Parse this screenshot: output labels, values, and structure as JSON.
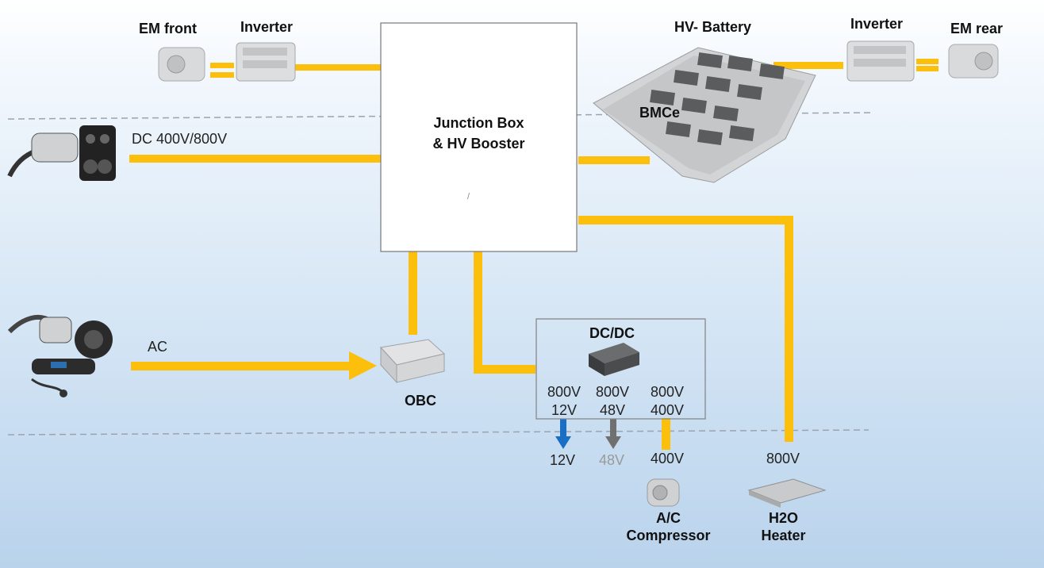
{
  "components": {
    "em_front": "EM front",
    "inverter_front": "Inverter",
    "hv_battery": "HV- Battery",
    "inverter_rear": "Inverter",
    "em_rear": "EM rear",
    "bmce": "BMCe",
    "junction_box_line1": "Junction Box",
    "junction_box_line2": "& HV Booster",
    "junction_box_mark": "/",
    "dcdc": "DC/DC",
    "obc": "OBC",
    "ac_compressor_line1": "A/C",
    "ac_compressor_line2": "Compressor",
    "h2o_heater_line1": "H2O",
    "h2o_heater_line2": "Heater"
  },
  "lines": {
    "dc_input": "DC 400V/800V",
    "ac_input": "AC"
  },
  "dcdc_ratings": [
    {
      "in": "800V",
      "out": "12V"
    },
    {
      "in": "800V",
      "out": "48V"
    },
    {
      "in": "800V",
      "out": "400V"
    }
  ],
  "outputs": {
    "v12": "12V",
    "v48": "48V",
    "v400": "400V",
    "v800": "800V"
  },
  "colors": {
    "hv_line": "#fbbf0c",
    "arrow_12v": "#1a6fc4",
    "arrow_48v": "#707070",
    "box_border": "#888888",
    "divider": "#9aa4ae"
  }
}
